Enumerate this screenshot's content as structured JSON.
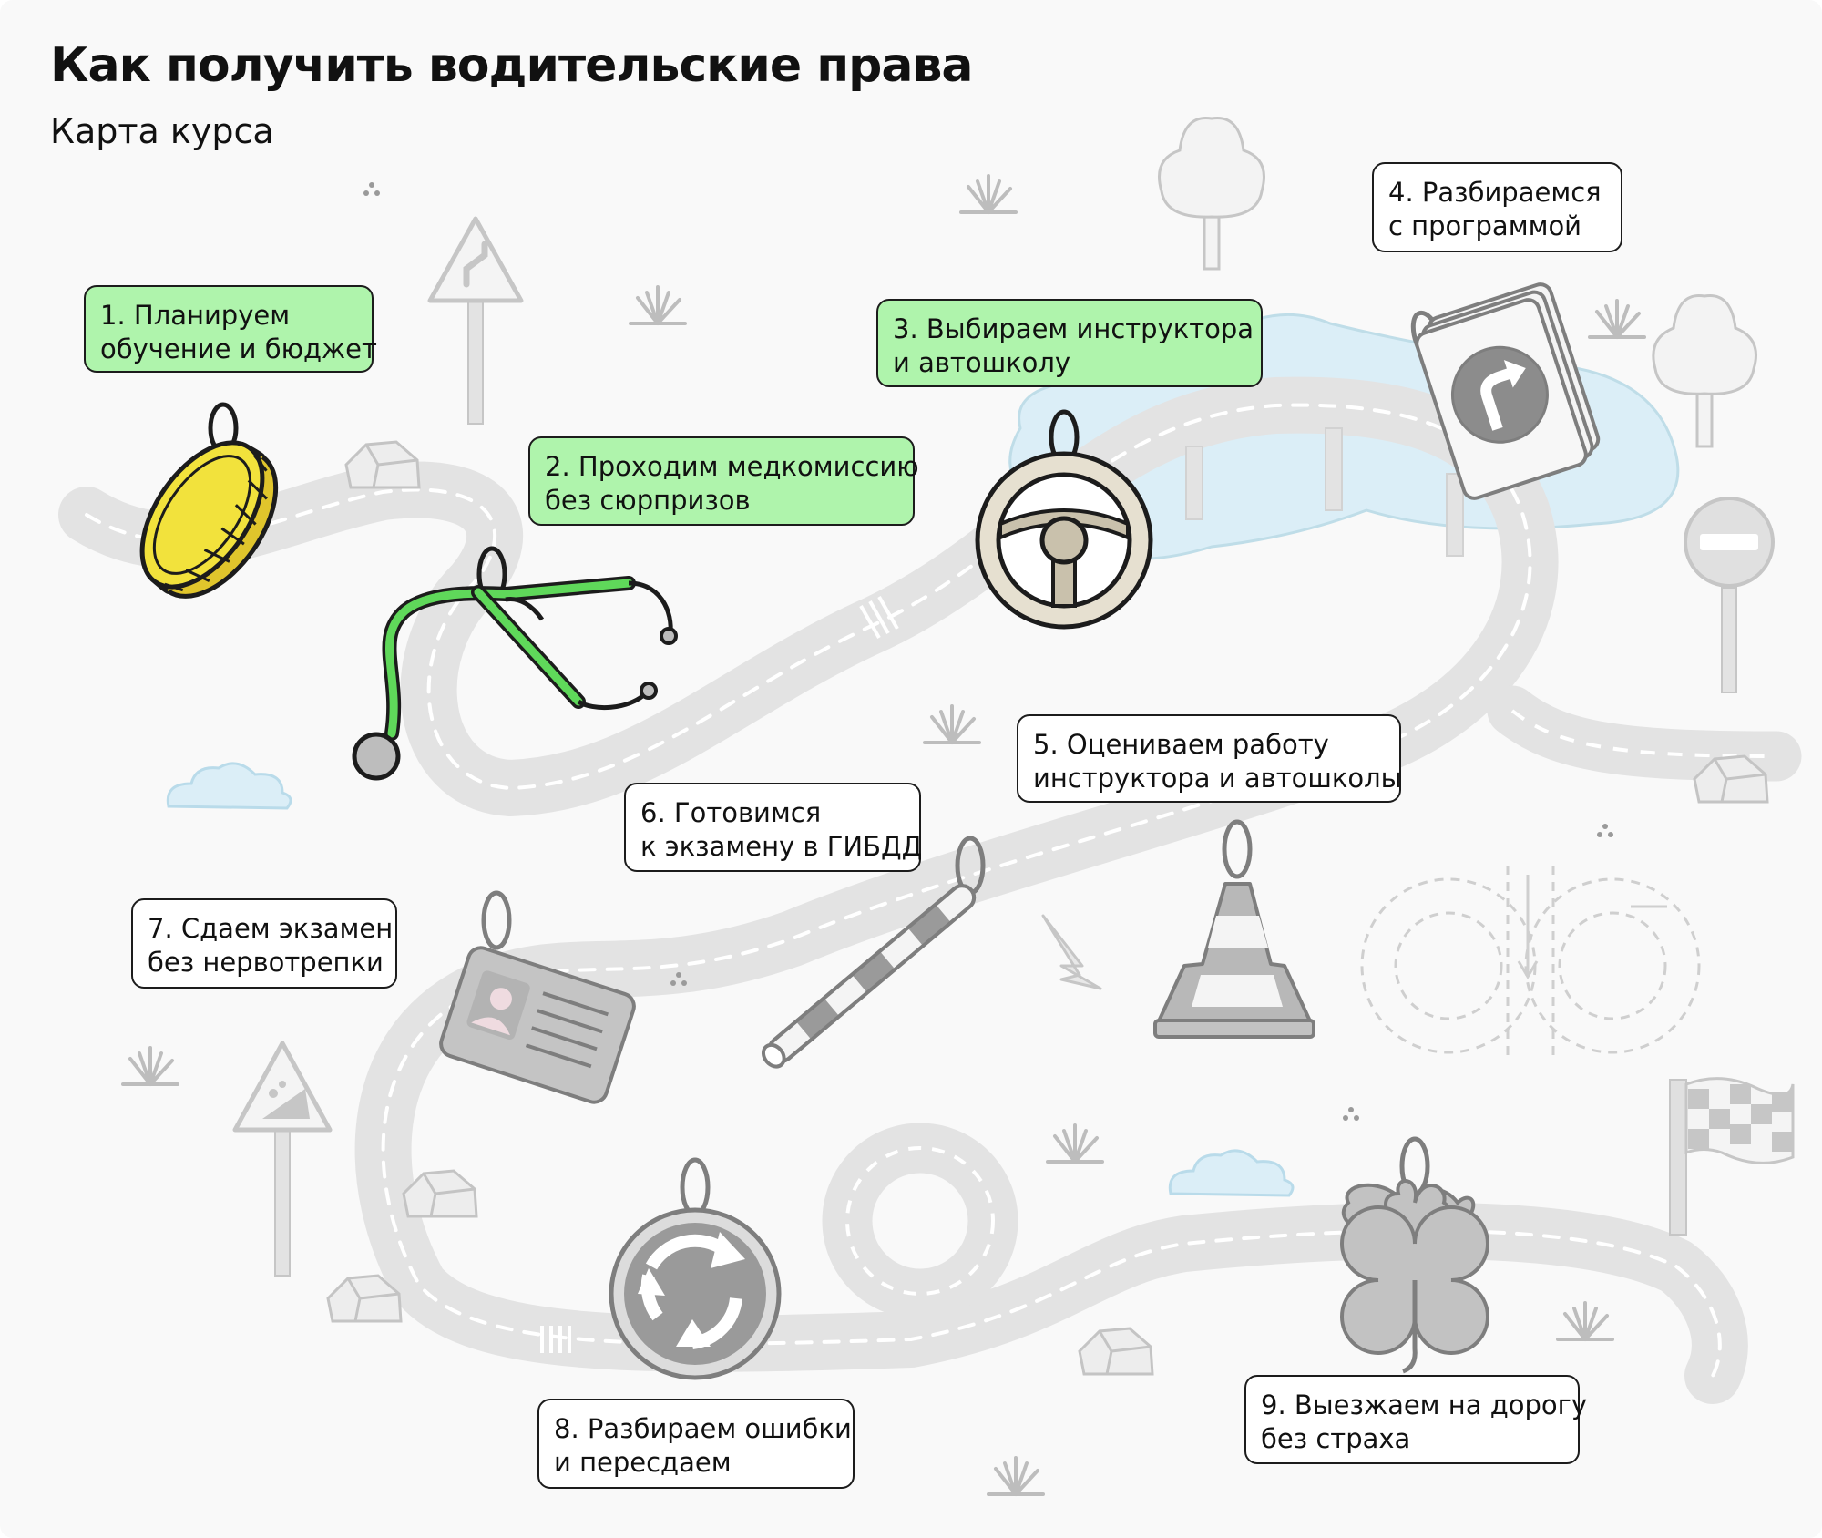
{
  "header": {
    "title": "Как получить водительские права",
    "subtitle": "Карта курса"
  },
  "colors": {
    "background": "#f9f9f9",
    "completed_step": "#aff4ac",
    "road": "#e4e4e4",
    "coin": "#f1dc3c",
    "stethoscope": "#5fd85a",
    "lake": "#dbeef7"
  },
  "icons": [
    "coin-icon",
    "stethoscope-icon",
    "steering-wheel-icon",
    "flashcards-icon",
    "traffic-cone-icon",
    "traffic-baton-icon",
    "license-card-icon",
    "roundabout-sign-icon",
    "clover-icon"
  ],
  "steps": [
    {
      "lines": [
        "1. Планируем",
        "обучение и бюджет"
      ],
      "completed": true
    },
    {
      "lines": [
        "2. Проходим медкомиссию",
        "без сюрпризов"
      ],
      "completed": true
    },
    {
      "lines": [
        "3. Выбираем инструктора",
        "и автошколу"
      ],
      "completed": true
    },
    {
      "lines": [
        "4. Разбираемся",
        "с программой"
      ],
      "completed": false
    },
    {
      "lines": [
        "5. Оцениваем работу",
        "инструктора и автошколы"
      ],
      "completed": false
    },
    {
      "lines": [
        "6.  Готовимся",
        "к экзамену в ГИБДД"
      ],
      "completed": false
    },
    {
      "lines": [
        "7. Сдаем экзамен",
        "без нервотрепки"
      ],
      "completed": false
    },
    {
      "lines": [
        "8. Разбираем ошибки",
        "и пересдаем"
      ],
      "completed": false
    },
    {
      "lines": [
        "9. Выезжаем на дорогу",
        "без страха"
      ],
      "completed": false
    }
  ]
}
